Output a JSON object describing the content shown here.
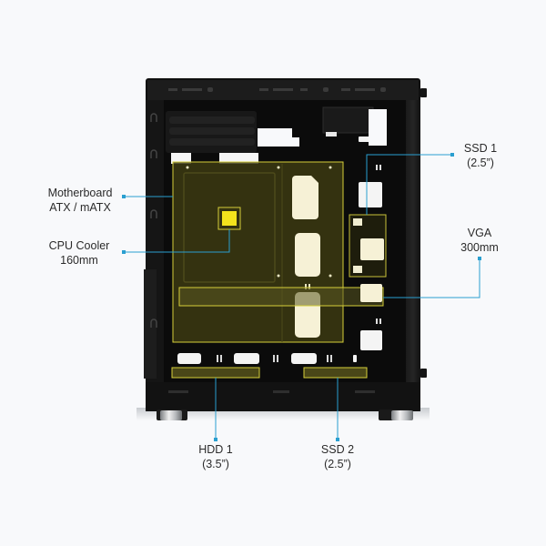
{
  "diagram": {
    "subject": "PC case side view with component placement",
    "highlight_color": "#e8e23a",
    "callout_color": "#2a9fd0",
    "case_color": "#111111"
  },
  "callouts": {
    "motherboard": {
      "line1": "Motherboard",
      "line2": "ATX / mATX"
    },
    "cpu_cooler": {
      "line1": "CPU Cooler",
      "line2": "160mm"
    },
    "ssd1": {
      "line1": "SSD 1",
      "line2": "(2.5”)"
    },
    "vga": {
      "line1": "VGA",
      "line2": "300mm"
    },
    "hdd1": {
      "line1": "HDD 1",
      "line2": "(3.5”)"
    },
    "ssd2": {
      "line1": "SSD 2",
      "line2": "(2.5”)"
    }
  }
}
